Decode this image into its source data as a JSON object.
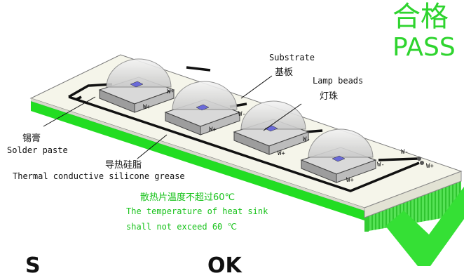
{
  "result": {
    "cn": "合格",
    "en": "PASS",
    "color": "#2ed42e"
  },
  "labels": {
    "substrate_en": "Substrate",
    "substrate_cn": "基板",
    "lamp_beads_en": "Lamp beads",
    "lamp_beads_cn": "灯珠",
    "solder_cn": "锡膏",
    "solder_en": "Solder paste",
    "thermal_cn": "导热硅脂",
    "thermal_en": "Thermal conductive silicone grease"
  },
  "note": {
    "cn": "散热片温度不超过60℃",
    "en_line1": "The temperature of heat sink",
    "en_line2": "shall not exceed 60 ℃",
    "color": "#17c21a"
  },
  "pins": {
    "minus": "W-",
    "plus": "W+"
  },
  "bottom": {
    "left": "S",
    "right": "OK"
  },
  "icons": {
    "check": "check-icon"
  }
}
